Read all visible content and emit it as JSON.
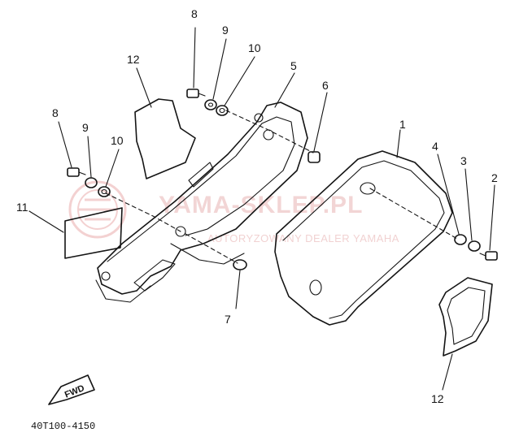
{
  "watermark": {
    "title": "YAMA-SKLEP.PL",
    "subtitle": "AUTORYZOWANY DEALER YAMAHA",
    "brand_color": "#d94a4a"
  },
  "callouts": [
    "1",
    "2",
    "3",
    "4",
    "5",
    "6",
    "7",
    "8",
    "9",
    "10",
    "11",
    "12"
  ],
  "fwd_label": "FWD",
  "figure_code": "40T100-4150"
}
